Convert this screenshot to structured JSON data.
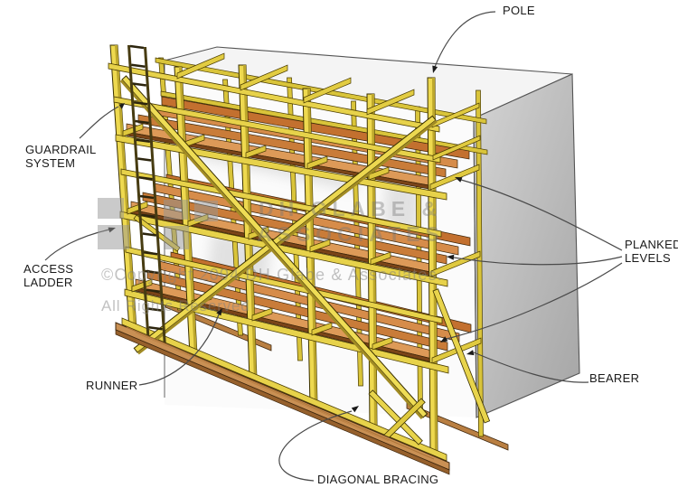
{
  "figure_labels": {
    "pole": "POLE",
    "guardrail_system_line1": "GUARDRAIL",
    "guardrail_system_line2": "SYSTEM",
    "access_ladder_line1": "ACCESS",
    "access_ladder_line2": "LADDER",
    "runner": "RUNNER",
    "planked_levels_line1": "PLANKED",
    "planked_levels_line2": "LEVELS",
    "bearer": "BEARER",
    "diagonal_bracing": "DIAGONAL BRACING"
  },
  "watermark": {
    "brand_line1": "DH GLABE &",
    "brand_line2": "ASSOCIATES",
    "copyright_line": "©Copyright 2004 DH Glabe & Associates.",
    "rights_line": "All Rights Reserved"
  },
  "colors": {
    "lumber_yellow": "#e7d24a",
    "lumber_shade": "#bda72c",
    "plank_orange": "#d08548",
    "sill_brown": "#c08040",
    "building_side_gray": "#b8b8b8",
    "leader_line": "#4a4a4a",
    "label_text": "#1a1a1a"
  }
}
